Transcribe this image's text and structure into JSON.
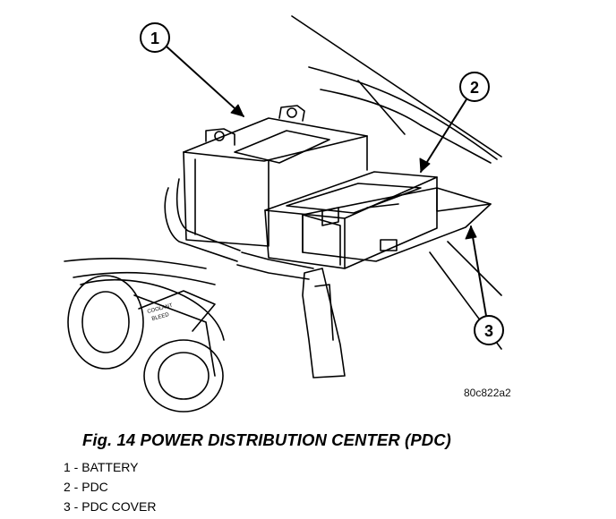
{
  "figure": {
    "ref_code": "80c822a2",
    "callouts": [
      "1",
      "2",
      "3"
    ],
    "engine_labels": {
      "coolant_bleed_line1": "COOLANT",
      "coolant_bleed_line2": "BLEED"
    }
  },
  "caption": "Fig. 14 POWER DISTRIBUTION CENTER (PDC)",
  "legend": [
    {
      "number": "1",
      "label": "BATTERY",
      "text": "1 - BATTERY"
    },
    {
      "number": "2",
      "label": "PDC",
      "text": "2 - PDC"
    },
    {
      "number": "3",
      "label": "PDC COVER",
      "text": "3 - PDC COVER"
    }
  ]
}
